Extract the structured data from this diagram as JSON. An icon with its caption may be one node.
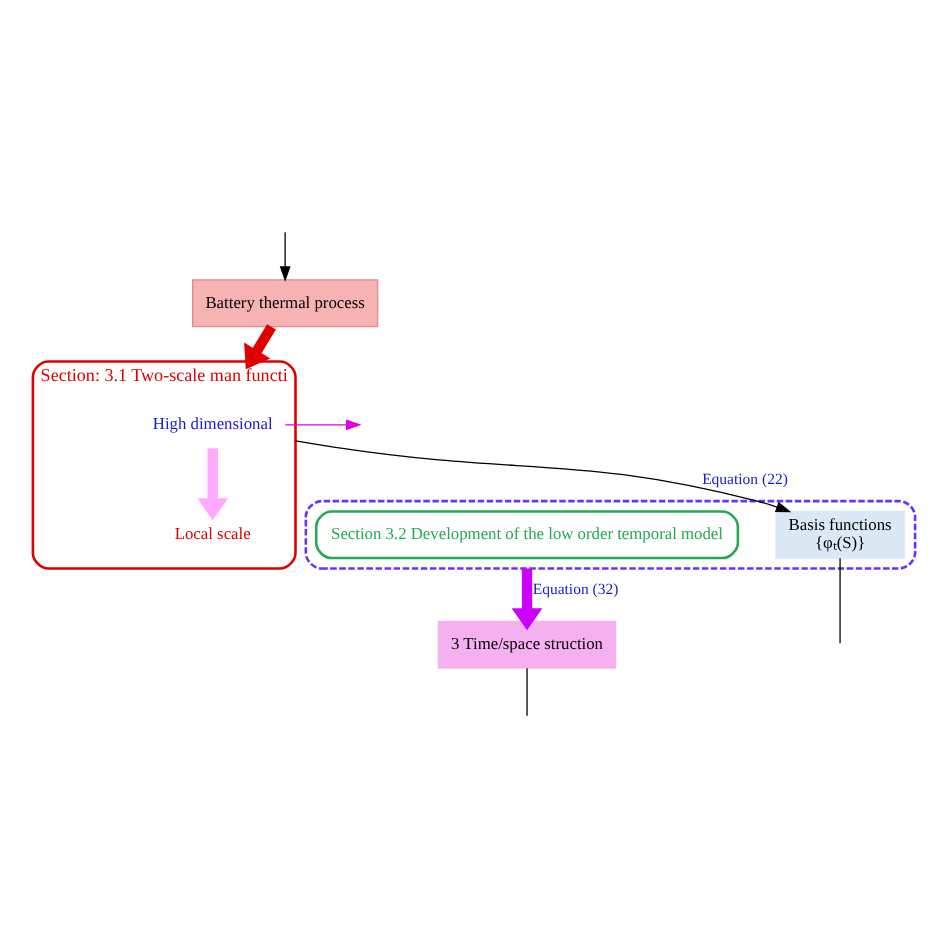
{
  "diagram": {
    "nodes": [
      {
        "text": [
          "Battery thermal process"
        ]
      },
      {
        "text": [
          "Section: 3.1 Two-scale man functi"
        ]
      },
      {
        "text": [
          "High dimensional"
        ],
        "in": 1
      },
      {
        "text": [
          "Local scale"
        ],
        "in": 1
      },
      {
        "text": [],
        "shape": "box"
      },
      {
        "text": [
          "Section 3.2 Development of the low order temporal model"
        ],
        "in": 4
      },
      {
        "text": [
          "Basis functions",
          "{φₜ(S)}"
        ],
        "in": 4
      },
      {
        "text": [
          "3 Time/space struction"
        ]
      }
    ],
    "edges": [
      {
        "from": null,
        "to": 0,
        "arrow": "to"
      },
      {
        "from": 0,
        "to": 1,
        "arrow": "to",
        "style": "thick",
        "color": "#e00000"
      },
      {
        "from": 1,
        "to": 6,
        "arrow": "to",
        "label": "Equation (22)"
      },
      {
        "from": 6,
        "to": null,
        "arrow": "none"
      },
      {
        "from": 4,
        "to": 7,
        "arrow": "to",
        "label": "Equation (32)",
        "style": "thick",
        "color": "#cc00ff"
      },
      {
        "from": 7,
        "to": null,
        "arrow": "none"
      },
      {
        "from": 2,
        "to": 3,
        "arrow": "to",
        "style": "thick",
        "color": "#ffaaff"
      },
      {
        "from": 2,
        "to": null,
        "arrow": "to",
        "color": "#e000e0"
      }
    ]
  }
}
